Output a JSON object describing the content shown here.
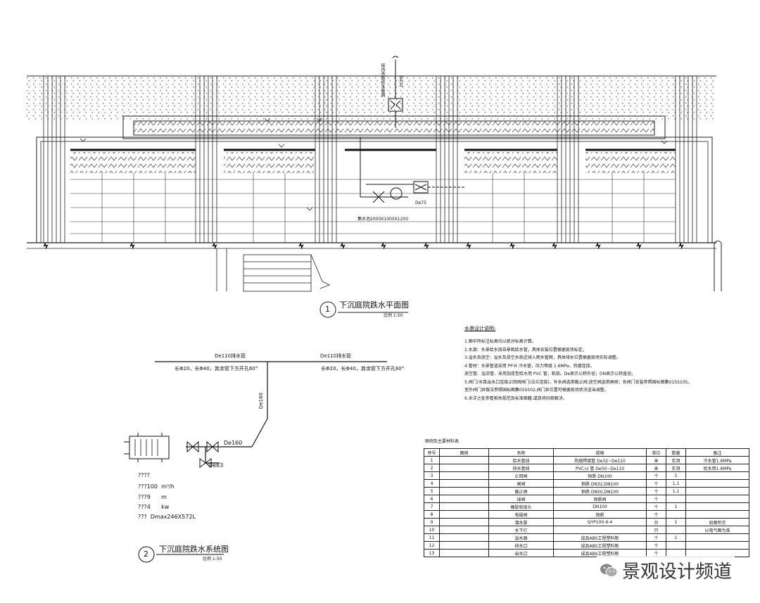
{
  "plan": {
    "pipe_vertical_label": "De32",
    "source_label": "接自市政给水管网",
    "tank_label": "集水池2000X1000X1200",
    "outlet_label": "De75",
    "title_num": "1",
    "title": "下沉庭院跌水平面图",
    "scale": "比例 1:50"
  },
  "system": {
    "left_pipe": "De110",
    "left_suffix": "排水管",
    "left_note": "长Φ20，长Φ40，其余管下方开孔60°",
    "right_pipe": "De110",
    "right_suffix": "排水管",
    "right_note": "长Φ20，长Φ40，其余管下方开孔60°",
    "riser_label": "De160",
    "branch_label": "De160",
    "bottom_label": "De63",
    "spec_1": "????",
    "spec_2": "???100",
    "spec_2_unit": "m³/h",
    "spec_3": "???9",
    "spec_3_unit": "m",
    "spec_4": "???4",
    "spec_4_unit": "kw",
    "spec_5": "???",
    "spec_5_value": "Dmax246X572L",
    "title_num": "2",
    "title": "下沉庭院跌水系统图",
    "scale": "比例 1:50"
  },
  "notes": {
    "title": "水景设计说明:",
    "lines": [
      "1.图中所标注标高均以绝对标高计算。",
      "2.水源：水景给水接自景观给水管，具体安装位置根据现场标定。",
      "3.溢水及放空：溢水及放空水就近排入雨水管网，具体排水位置根据现场实际调整。",
      "4.管材：水景管道采用 PP-R 冷水管，压力等级 1.6MPa，热熔连接。",
      "  放空管、溢流管、采用加厚型给水用 PVC 管，粘接。De表示公称外径；DN表示公称直径。",
      "5.阀门(水泵出水口连接止回阀阀门(法兰连接)，补水阀选用截止阀,放空阀选用闸阀；各阀门安装参照国标图集01SS105。",
      "  室外阀门井做法参照国标图集05S502,阀门井位置可根据现场状况适当调整。",
      "6.未详之处参看相关规范及标准图籍,或现场协商解决。"
    ]
  },
  "materials": {
    "title": "图例及主要材料表",
    "headers": [
      "序号",
      "图例",
      "名称",
      "规格",
      "单位",
      "数量",
      "备注"
    ],
    "rows": [
      [
        "1",
        "",
        "给水管线",
        "热熔焊接管     De32~De110",
        "米",
        "实测",
        "冷水管1.6MPa"
      ],
      [
        "2",
        "",
        "排水管线",
        "PVC-U 管     De50~De110",
        "米",
        "实测",
        "给水用1.6MPa"
      ],
      [
        "3",
        "",
        "止回阀",
        "铜质     DN100",
        "个",
        "1",
        ""
      ],
      [
        "4",
        "",
        "闸阀",
        "铜质     DN32,DN100",
        "个",
        "1,1",
        ""
      ],
      [
        "5",
        "",
        "截止阀",
        "铜质     DN50,DN100",
        "个",
        "1,1",
        ""
      ],
      [
        "6",
        "",
        "球阀",
        "铜质阀",
        "个",
        "",
        ""
      ],
      [
        "7",
        "",
        "橡胶软接头",
        "DN100",
        "个",
        "1",
        ""
      ],
      [
        "8",
        "",
        "电磁阀",
        "铜质",
        "个",
        "",
        ""
      ],
      [
        "9",
        "",
        "潜水泵",
        "QYP100-9-4",
        "台",
        "1",
        "如图所示"
      ],
      [
        "10",
        "",
        "水下灯",
        "",
        "只",
        "",
        "以电气图为准"
      ],
      [
        "11",
        "",
        "溢水器",
        "成品ABS工程塑料制",
        "个",
        "1",
        ""
      ],
      [
        "12",
        "",
        "排水口",
        "成品ABS工程塑料制",
        "个",
        "",
        ""
      ],
      [
        "13",
        "",
        "出水口",
        "成品ABS工程塑料制",
        "个",
        "",
        ""
      ]
    ]
  },
  "watermark": {
    "text": "景观设计频道"
  }
}
